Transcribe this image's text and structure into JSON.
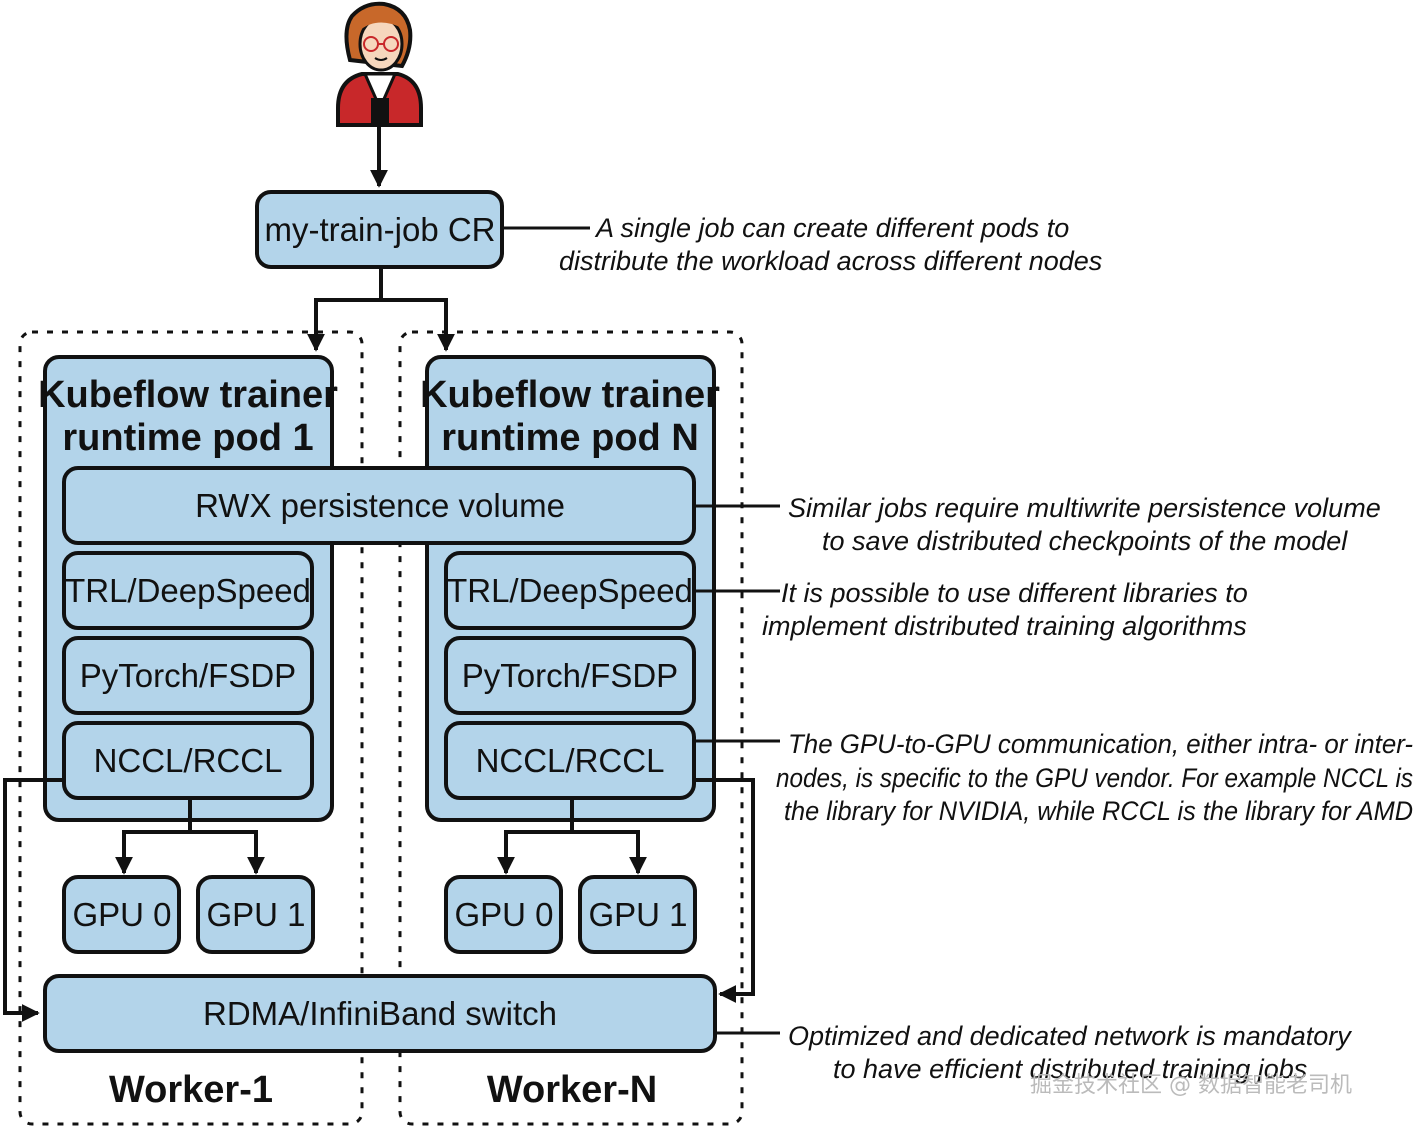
{
  "diagram": {
    "cr_label": "my-train-job CR",
    "worker1": {
      "title_line1": "Kubeflow trainer",
      "title_line2": "runtime pod 1",
      "lib1": "TRL/DeepSpeed",
      "lib2": "PyTorch/FSDP",
      "lib3": "NCCL/RCCL",
      "gpu0": "GPU 0",
      "gpu1": "GPU 1",
      "label": "Worker-1"
    },
    "workerN": {
      "title_line1": "Kubeflow trainer",
      "title_line2": "runtime pod N",
      "lib1": "TRL/DeepSpeed",
      "lib2": "PyTorch/FSDP",
      "lib3": "NCCL/RCCL",
      "gpu0": "GPU 0",
      "gpu1": "GPU 1",
      "label": "Worker-N"
    },
    "volume_label": "RWX persistence volume",
    "switch_label": "RDMA/InfiniBand switch"
  },
  "annotations": {
    "cr": [
      "A single job can create different pods to",
      "distribute the workload across different nodes"
    ],
    "volume": [
      "Similar jobs require multiwrite persistence volume",
      "to save distributed checkpoints of the model"
    ],
    "libs": [
      "It is possible to use different libraries to",
      "implement distributed training algorithms"
    ],
    "nccl": [
      "The GPU-to-GPU communication, either intra- or inter-",
      "nodes, is specific to the GPU vendor. For example NCCL is",
      "the library for NVIDIA, while RCCL is the library for AMD"
    ],
    "switch": [
      "Optimized and dedicated network is mandatory",
      "to have efficient distributed training jobs"
    ]
  },
  "watermark": "掘金技术社区 @ 数据智能老司机",
  "colors": {
    "box_fill": "#b3d4ea",
    "stroke": "#111111",
    "person_jacket": "#c8282a",
    "person_hair": "#c8682a"
  },
  "icons": {
    "person": "person-avatar-icon"
  }
}
